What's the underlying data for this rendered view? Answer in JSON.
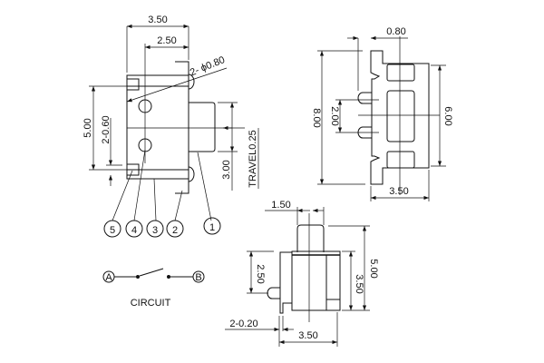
{
  "side_view": {
    "dim_width": "3.50",
    "dim_offset": "2.50",
    "dim_hole": "2- ϕ0.80",
    "dim_height": "5.00",
    "dim_pitch": "2-0.60",
    "dim_actuator": "3.00",
    "dim_travel": "TRAVEL0.25",
    "balloons": [
      "5",
      "4",
      "3",
      "2",
      "1"
    ]
  },
  "top_view": {
    "dim_pin": "0.80",
    "dim_length": "8.00",
    "dim_pin_pitch": "2.00",
    "dim_body": "6.00",
    "dim_width": "3.50"
  },
  "front_view": {
    "dim_actuator_width": "1.50",
    "dim_height": "5.00",
    "dim_body_height": "3.50",
    "dim_pin_height": "2.50",
    "dim_lead": "2-0.20",
    "dim_width": "3.50"
  },
  "circuit": {
    "terminal_a": "A",
    "terminal_b": "B",
    "label": "CIRCUIT"
  }
}
